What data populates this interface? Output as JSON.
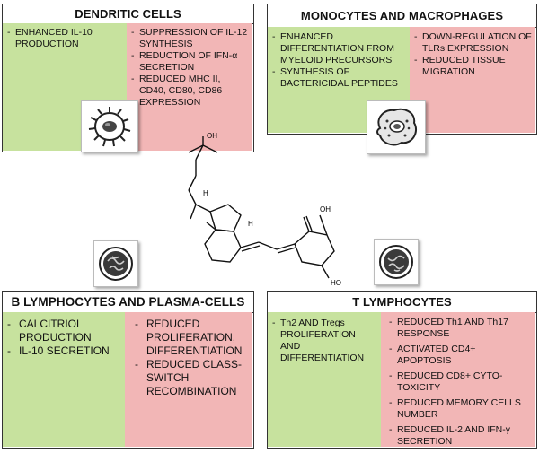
{
  "dendritic": {
    "title": "DENDRITIC CELLS",
    "up": [
      "ENHANCED IL-10 PRODUCTION"
    ],
    "down": [
      "SUPPRESSION OF IL-12 SYNTHESIS",
      "REDUCTION OF IFN-α SECRETION",
      "REDUCED  MHC II, CD40, CD80, CD86 EXPRESSION"
    ],
    "icon": "dendritic-cell-icon"
  },
  "monocytes": {
    "title": "MONOCYTES AND MACROPHAGES",
    "up": [
      "ENHANCED DIFFERENTIATION FROM MYELOID PRECURSORS",
      "SYNTHESIS OF BACTERICIDAL PEPTIDES"
    ],
    "down": [
      "DOWN-REGULATION OF TLRs EXPRESSION",
      "REDUCED TISSUE MIGRATION"
    ],
    "icon": "macrophage-icon"
  },
  "b_lymph": {
    "title": "B LYMPHOCYTES AND PLASMA-CELLS",
    "up": [
      "CALCITRIOL PRODUCTION",
      "IL-10 SECRETION"
    ],
    "down": [
      "REDUCED PROLIFERATION, DIFFERENTIATION",
      "REDUCED CLASS-SWITCH RECOMBINATION"
    ],
    "icon": "b-cell-icon"
  },
  "t_lymph": {
    "title": "T LYMPHOCYTES",
    "up": [
      "Th2 AND Tregs PROLIFERATION AND DIFFERENTIATION"
    ],
    "down": [
      "REDUCED Th1 AND Th17 RESPONSE",
      "ACTIVATED CD4+ APOPTOSIS",
      "REDUCED CD8+ CYTO-TOXICITY",
      "REDUCED MEMORY CELLS NUMBER",
      "REDUCED IL-2 AND IFN-γ SECRETION"
    ],
    "icon": "t-cell-icon"
  },
  "molecule": {
    "labels": [
      "OH",
      "H",
      "H",
      "OH",
      "HO"
    ]
  },
  "colors": {
    "enhanced": "#c7e29e",
    "reduced": "#f2b6b6",
    "border": "#333333"
  }
}
